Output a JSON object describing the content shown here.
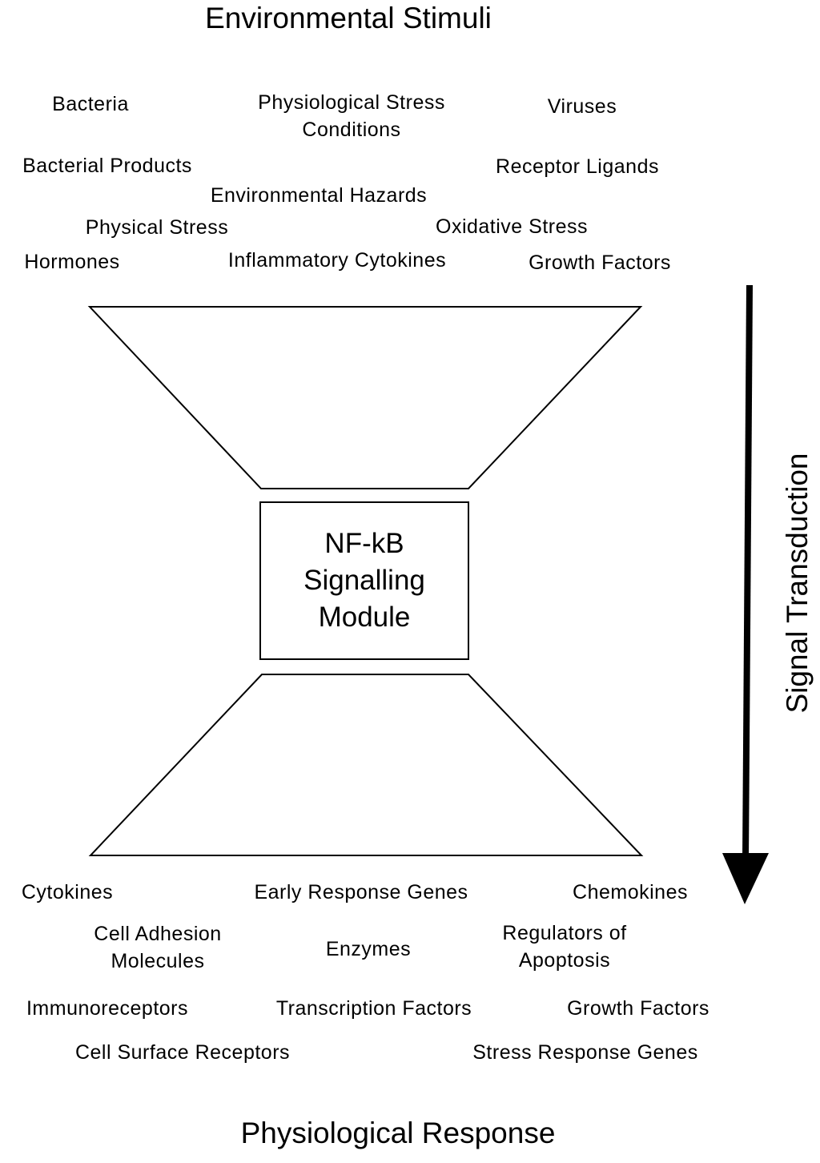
{
  "top_heading": "Environmental Stimuli",
  "bottom_heading": "Physiological Response",
  "side_label": "Signal Transduction",
  "core": {
    "line1": "NF-kB",
    "line2": "Signalling",
    "line3": "Module"
  },
  "stimuli": {
    "bacteria": "Bacteria",
    "physio_stress_1": "Physiological Stress",
    "physio_stress_2": "Conditions",
    "viruses": "Viruses",
    "bacterial_products": "Bacterial Products",
    "receptor_ligands": "Receptor Ligands",
    "environmental_hazards": "Environmental Hazards",
    "physical_stress": "Physical Stress",
    "oxidative_stress": "Oxidative Stress",
    "hormones": "Hormones",
    "inflammatory_cytokines": "Inflammatory Cytokines",
    "growth_factors": "Growth Factors"
  },
  "responses": {
    "cytokines": "Cytokines",
    "early_response_genes": "Early Response Genes",
    "chemokines": "Chemokines",
    "cell_adhesion_1": "Cell Adhesion",
    "cell_adhesion_2": "Molecules",
    "enzymes": "Enzymes",
    "regulators_1": "Regulators of",
    "regulators_2": "Apoptosis",
    "immunoreceptors": "Immunoreceptors",
    "transcription_factors": "Transcription Factors",
    "growth_factors": "Growth Factors",
    "cell_surface_receptors": "Cell Surface Receptors",
    "stress_response_genes": "Stress Response Genes"
  }
}
